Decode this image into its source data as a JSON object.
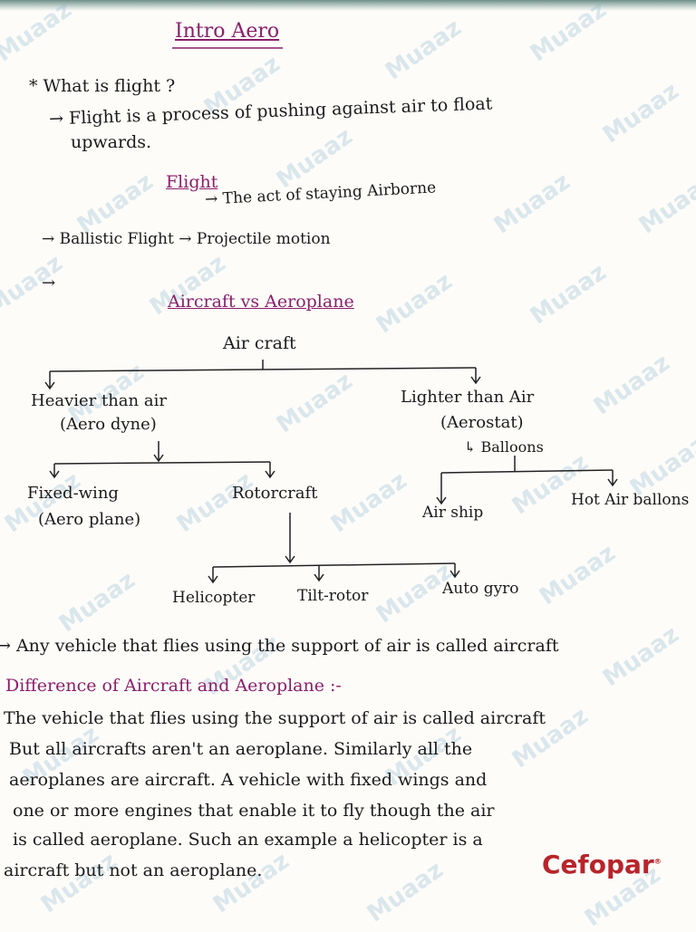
{
  "watermark": "Muaaz",
  "brand": {
    "name": "Cefopar",
    "mark": "®"
  },
  "title": "Intro Aero",
  "q1": "* What is flight ?",
  "a1_line1": "→ Flight is a process of pushing against air to float",
  "a1_line2": "upwards.",
  "flight_heading": "Flight",
  "flight_def": "→ The act of staying Airborne",
  "ballistic": "→ Ballistic Flight → Projectile motion",
  "empty_arrow": "→",
  "section2_heading": "Aircraft vs Aeroplane",
  "tree": {
    "root": "Air craft",
    "heavier": "Heavier than air",
    "heavier_sub": "(Aero dyne)",
    "lighter": "Lighter than Air",
    "lighter_sub": "(Aerostat)",
    "balloons": "↳ Balloons",
    "fixed_wing": "Fixed-wing",
    "fixed_wing_sub": "(Aero plane)",
    "rotorcraft": "Rotorcraft",
    "airship": "Air ship",
    "hot_air": "Hot Air ballons",
    "helicopter": "Helicopter",
    "tiltrotor": "Tilt-rotor",
    "autogyro": "Auto gyro"
  },
  "any_vehicle": "→ Any vehicle that flies using the support of air is called aircraft",
  "diff_heading": "Difference of Aircraft and Aeroplane :-",
  "para": [
    "The vehicle that flies using the support of air is called aircraft",
    "But all aircrafts aren't an aeroplane. Similarly all the",
    "aeroplanes are aircraft. A vehicle with fixed wings and",
    "one or more engines that enable it to fly though the air",
    "is called aeroplane. Such an example a helicopter is a",
    "aircraft but not an aeroplane."
  ]
}
